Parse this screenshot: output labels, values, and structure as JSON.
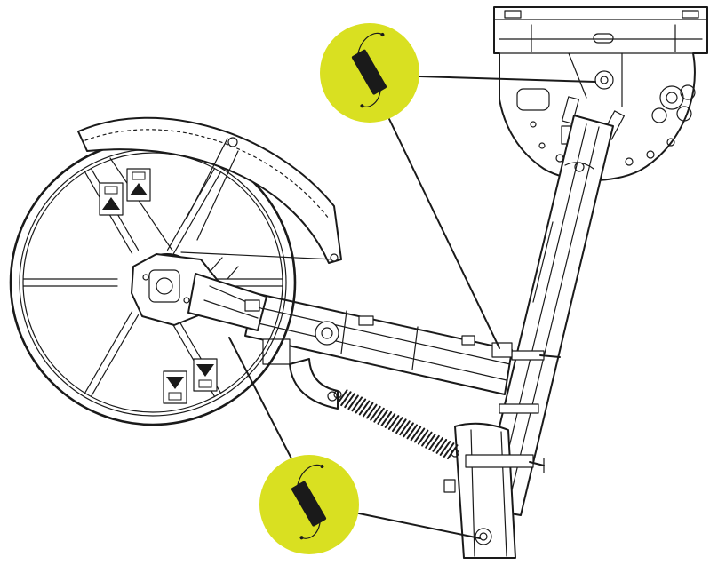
{
  "diagram": {
    "subject": "wheel-assembly-line-drawing",
    "callouts": [
      {
        "id": "top-callout",
        "icon": "spring-device-icon",
        "color": "#d9e021"
      },
      {
        "id": "bottom-callout",
        "icon": "spring-device-icon",
        "color": "#d9e021"
      }
    ],
    "decals": [
      {
        "id": "upper-left-decal",
        "icon": "warning-decal-icon"
      },
      {
        "id": "upper-right-decal",
        "icon": "warning-decal-icon"
      },
      {
        "id": "lower-left-decal",
        "icon": "warning-decal-icon"
      },
      {
        "id": "lower-right-decal",
        "icon": "warning-decal-icon"
      }
    ],
    "line_color": "#1a1a1a",
    "background": "#ffffff"
  }
}
